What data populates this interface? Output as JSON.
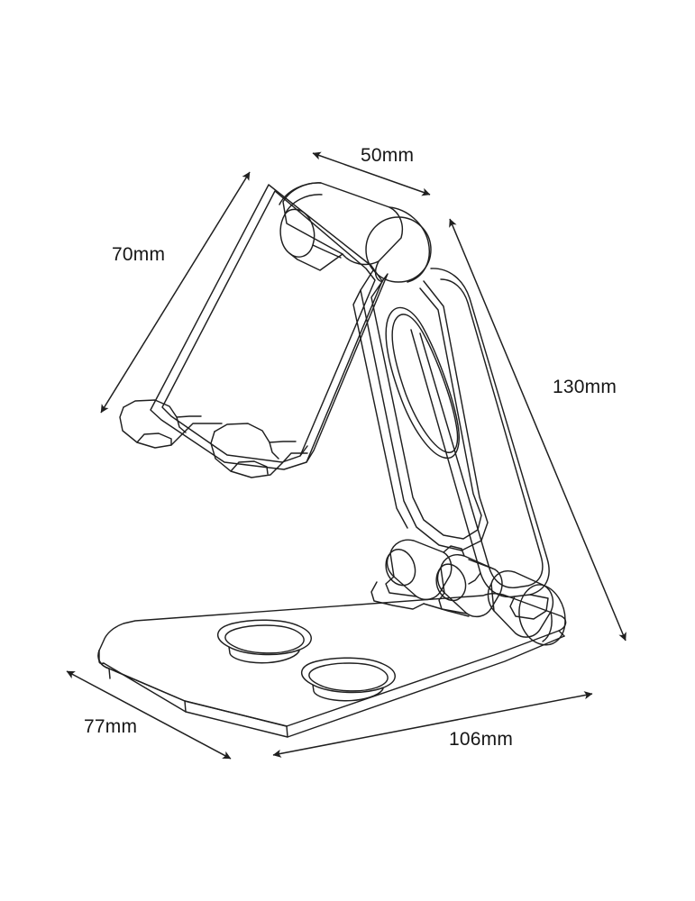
{
  "drawing": {
    "title": "Foldable phone and tablet stand - dimensioned technical line drawing",
    "subject": "adjustable folding desktop stand",
    "view": "isometric / three-quarter perspective outline drawing",
    "style": "black line art on white background, no shading",
    "stroke_color": "#1f1f1f",
    "background_color": "#ffffff"
  },
  "dimensions": {
    "width_top": {
      "value": "50mm",
      "measures": "upper cradle hinge barrel width",
      "orientation": "diagonal, upper area, arrowheads both ends"
    },
    "length_cradle": {
      "value": "70mm",
      "measures": "length of the phone cradle back plate",
      "orientation": "diagonal from upper-right to lower-left, arrowheads both ends"
    },
    "height_overall": {
      "value": "130mm",
      "measures": "overall diagonal height of the support arm / leg",
      "orientation": "diagonal from upper-left to lower-right, arrowheads both ends"
    },
    "base_depth": {
      "value": "77mm",
      "measures": "depth of the base plate",
      "orientation": "diagonal from upper-left to lower-right, arrowheads both ends"
    },
    "base_width": {
      "value": "106mm",
      "measures": "width of the base plate",
      "orientation": "diagonal from lower-left to upper-right, arrowheads both ends"
    }
  },
  "parts": {
    "cradle_back_plate": "flat angled panel that supports the device back",
    "cradle_lips": "two hook-shaped lips at the bottom edge of the cradle",
    "upper_hinge_barrel": "cylindrical pivot at the top of the cradle",
    "upper_hinge_disc": "round end cap of the upper hinge",
    "support_arm": "angled arm with an elongated oval cut-out slot",
    "oval_slot": "elongated oval opening through the support arm",
    "right_leg": "long tapered rear leg running to the base",
    "lower_hinge_barrel": "multi-segment cylindrical pivot joining the leg to the base",
    "base_plate": "rounded rectangular base with two circular recesses",
    "base_recess_upper": "circular recess in the base plate",
    "base_recess_lower": "circular recess in the base plate"
  }
}
